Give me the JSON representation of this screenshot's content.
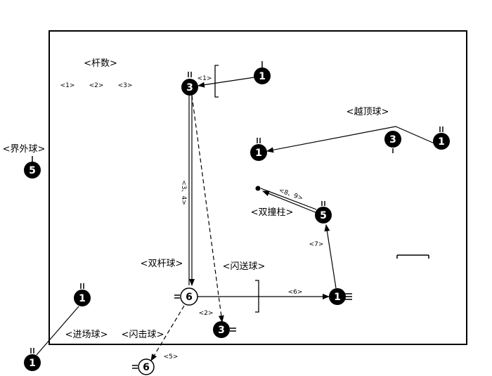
{
  "labels": {
    "gan_shu": "<杆数>",
    "yue_ding_qiu": "<越顶球>",
    "jie_wai_qiu": "<界外球>",
    "shuang_zhuang_zhu": "<双撞柱>",
    "shuang_gan_qiu": "<双杆球>",
    "shan_song_qiu": "<闪送球>",
    "jin_chang_qiu": "<进场球>",
    "shan_ji_qiu": "<闪击球>"
  },
  "small": {
    "n1a": "<1>",
    "n2a": "<2>",
    "n3a": "<3>",
    "n1b": "<1>",
    "n34": "<3、4>",
    "n89": "<8、9>",
    "n7": "<7>",
    "n6": "<6>",
    "n2b": "<2>",
    "n5": "<5>"
  },
  "balls": {
    "b1_top": "1",
    "b3_top": "3",
    "b1_right": "1",
    "b3_mid": "3",
    "b1_left_mid": "1",
    "b5_out": "5",
    "b5_mid": "5",
    "b6_center": "6",
    "b1_lower_right": "1",
    "b1_lower_left": "1",
    "b3_bottom": "3",
    "b1_outside": "1",
    "b6_outside": "6"
  }
}
